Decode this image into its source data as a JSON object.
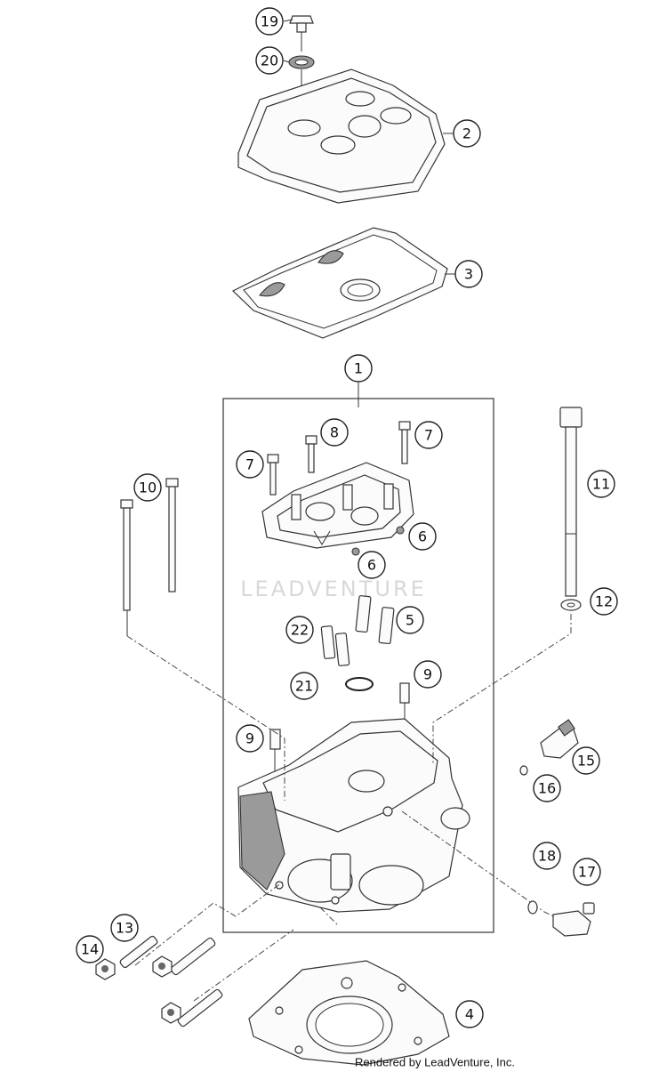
{
  "watermark": "LEADVENTURE",
  "footer": "Rendered by LeadVenture, Inc.",
  "callouts": {
    "c1": "1",
    "c2": "2",
    "c3": "3",
    "c4": "4",
    "c5": "5",
    "c6a": "6",
    "c6b": "6",
    "c7a": "7",
    "c7b": "7",
    "c8": "8",
    "c9a": "9",
    "c9b": "9",
    "c10": "10",
    "c11": "11",
    "c12": "12",
    "c13": "13",
    "c14": "14",
    "c15": "15",
    "c16": "16",
    "c17": "17",
    "c18": "18",
    "c19": "19",
    "c20": "20",
    "c21": "21",
    "c22": "22"
  }
}
